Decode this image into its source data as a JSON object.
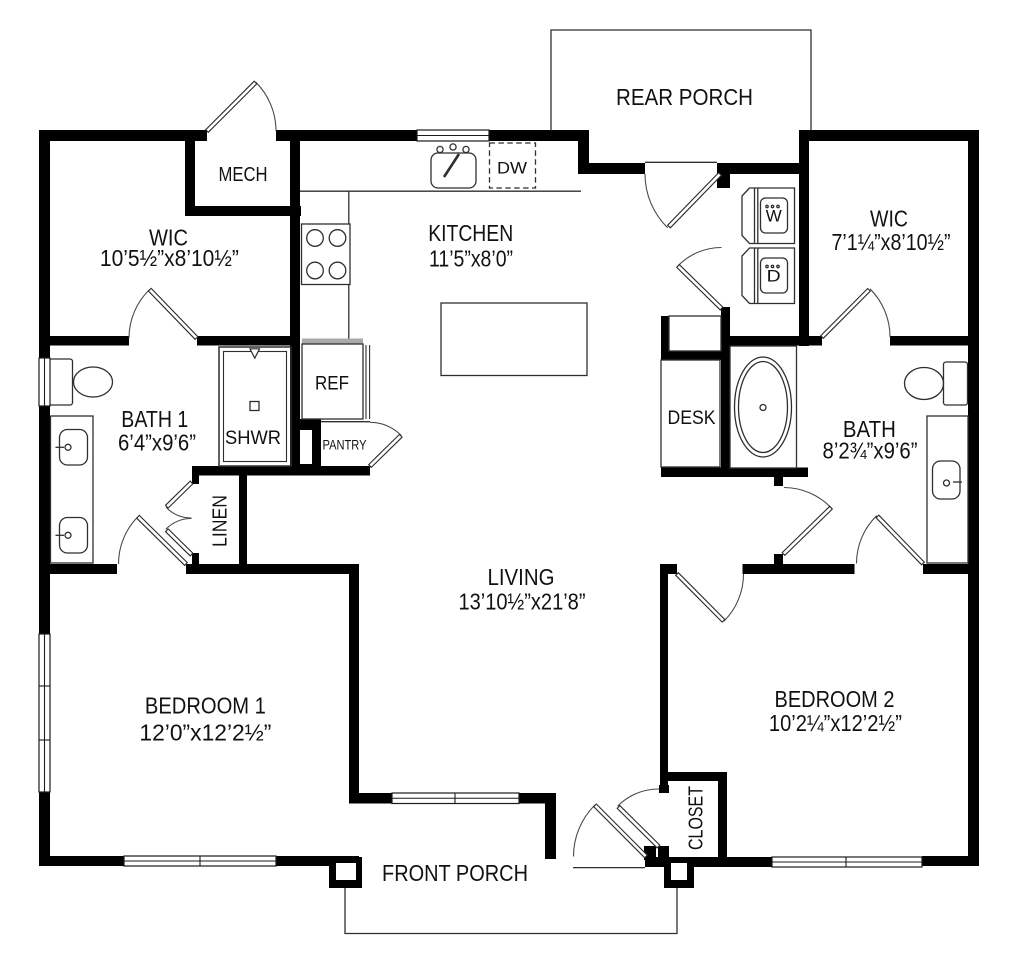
{
  "document": {
    "type": "floor-plan",
    "background": "#ffffff",
    "wall_color": "#000000",
    "line_color": "#2f2f2f"
  },
  "rooms": {
    "rear_porch": {
      "label": "REAR PORCH"
    },
    "mech": {
      "label": "MECH"
    },
    "wic1": {
      "label": "WIC",
      "dims": "10’5½”x8’10½”"
    },
    "kitchen": {
      "label": "KITCHEN",
      "dims": "11’5”x8’0”"
    },
    "wic2": {
      "label": "WIC",
      "dims": "7’1¼”x8’10½”"
    },
    "bath1": {
      "label": "BATH 1",
      "dims": "6’4”x9’6”"
    },
    "bath2": {
      "label": "BATH",
      "dims": "8’2¾”x9’6”"
    },
    "living": {
      "label": "LIVING",
      "dims": "13’10½”x21’8”"
    },
    "bedroom1": {
      "label": "BEDROOM 1",
      "dims": "12’0”x12’2½”"
    },
    "bedroom2": {
      "label": "BEDROOM 2",
      "dims": "10’2¼”x12’2½”"
    },
    "linen": {
      "label": "LINEN"
    },
    "closet": {
      "label": "CLOSET"
    },
    "pantry": {
      "label": "PANTRY"
    },
    "front_porch": {
      "label": "FRONT PORCH"
    }
  },
  "fixtures": {
    "shower": "SHWR",
    "refrigerator": "REF",
    "dishwasher": "DW",
    "washer": "W",
    "dryer": "D",
    "desk": "DESK"
  }
}
